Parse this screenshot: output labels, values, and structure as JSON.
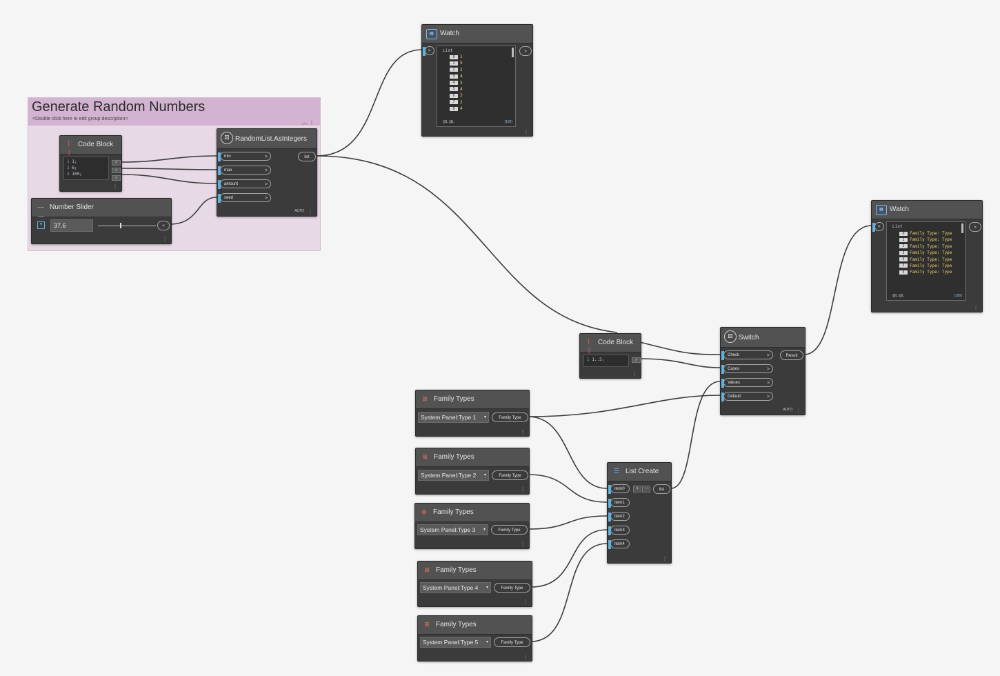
{
  "group": {
    "title": "Generate Random Numbers",
    "description": "<Double click here to edit group description>",
    "collapse_icon": "chevron-up-icon"
  },
  "code_block_1": {
    "title": "Code Block",
    "lines": [
      {
        "num": "1",
        "code": "1;"
      },
      {
        "num": "2",
        "code": "6;"
      },
      {
        "num": "3",
        "code": "100;"
      }
    ],
    "outputs": [
      ">",
      ">",
      ">"
    ]
  },
  "random_list": {
    "title": "RandomList.AsIntegers",
    "inputs": [
      "min",
      "max",
      "amount",
      "seed"
    ],
    "output": "list",
    "lacing": "AUTO"
  },
  "number_slider": {
    "title": "Number Slider",
    "value": "37.6",
    "position_fraction": 0.38,
    "output": "<"
  },
  "watch_1": {
    "title": "Watch",
    "list_label": "List",
    "items": [
      "1",
      "5",
      "2",
      "4",
      "3",
      "4",
      "3",
      "2",
      "4"
    ],
    "footer_left": "@L @L",
    "footer_right": "{100}"
  },
  "watch_2": {
    "title": "Watch",
    "list_label": "List",
    "items": [
      "Family Type: Type",
      "Family Type: Type",
      "Family Type: Type",
      "Family Type: Type",
      "Family Type: Type",
      "Family Type: Type",
      "Family Type: Type"
    ],
    "footer_left": "@L @L",
    "footer_right": "{100}"
  },
  "code_block_2": {
    "title": "Code Block",
    "lines": [
      {
        "num": "1",
        "code": "1..5;"
      }
    ],
    "outputs": [
      ">"
    ]
  },
  "switch_node": {
    "title": "Switch",
    "inputs": [
      "Check",
      "Cases",
      "Values",
      "Default"
    ],
    "output": "Result",
    "lacing": "AUTO"
  },
  "family_types": [
    {
      "title": "Family Types",
      "selected": "System Panel:Type 1",
      "output": "Family Type"
    },
    {
      "title": "Family Types",
      "selected": "System Panel:Type 2",
      "output": "Family Type"
    },
    {
      "title": "Family Types",
      "selected": "System Panel:Type 3",
      "output": "Family Type"
    },
    {
      "title": "Family Types",
      "selected": "System Panel:Type 4",
      "output": "Family Type"
    },
    {
      "title": "Family Types",
      "selected": "System Panel:Type 5",
      "output": "Family Type"
    }
  ],
  "list_create": {
    "title": "List Create",
    "inputs": [
      "item0",
      "item1",
      "item2",
      "item3",
      "item4"
    ],
    "add_label": "+",
    "remove_label": "−",
    "output": "list"
  },
  "colors": {
    "canvas": "#f5f5f5",
    "node_body": "#3b3b3b",
    "node_header": "#525252",
    "group_header": "#d2b3d1",
    "group_body": "#e8d9e6",
    "port_accent": "#5fb1de",
    "wire": "#3c3c3c"
  }
}
